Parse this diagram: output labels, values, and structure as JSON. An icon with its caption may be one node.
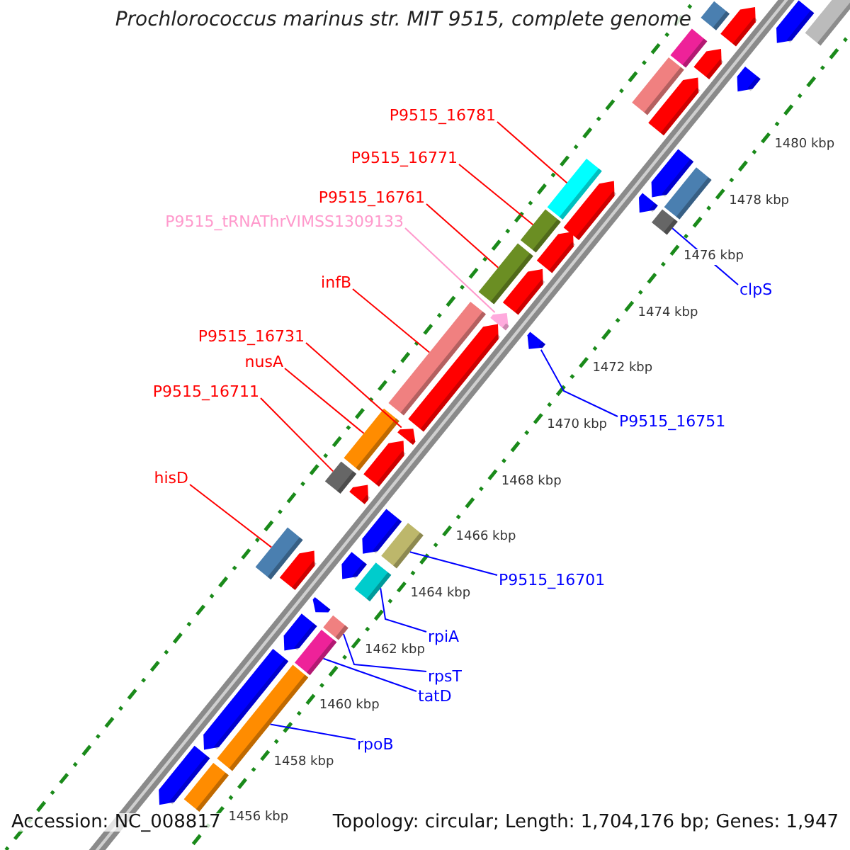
{
  "diagram": {
    "title": "Prochlorococcus marinus str. MIT 9515, complete genome",
    "nodes": [
      {
        "text": [
          "P9515_16781"
        ]
      },
      {
        "text": [
          "P9515_16771"
        ]
      },
      {
        "text": [
          "P9515_16761"
        ]
      },
      {
        "text": [
          "P9515_tRNAThrVIMSS1309133"
        ]
      },
      {
        "text": [
          "infB"
        ]
      },
      {
        "text": [
          "clpS"
        ]
      },
      {
        "text": [
          "P9515_16731"
        ]
      },
      {
        "text": [
          "nusA"
        ]
      },
      {
        "text": [
          "P9515_16711"
        ]
      },
      {
        "text": [
          "P9515_16751"
        ]
      },
      {
        "text": [
          "hisD"
        ]
      },
      {
        "text": [
          "P9515_16701"
        ]
      },
      {
        "text": [
          "rpiA"
        ]
      },
      {
        "text": [
          "rpsT"
        ]
      },
      {
        "text": [
          "tatD"
        ]
      },
      {
        "text": [
          "rpoB"
        ]
      },
      {
        "text": [],
        "shape": "box"
      },
      {
        "text": [],
        "shape": "box"
      },
      {
        "text": [],
        "shape": "box"
      },
      {
        "text": [],
        "shape": "triangle"
      },
      {
        "text": [],
        "shape": "box"
      },
      {
        "text": [],
        "shape": "box"
      },
      {
        "text": [],
        "shape": "triangle"
      },
      {
        "text": [],
        "shape": "box"
      },
      {
        "text": [],
        "shape": "box"
      },
      {
        "text": [],
        "shape": "triangle"
      },
      {
        "text": [],
        "shape": "box"
      },
      {
        "text": [],
        "shape": "box"
      },
      {
        "text": [],
        "shape": "box"
      },
      {
        "text": [],
        "shape": "box"
      },
      {
        "text": [],
        "shape": "box"
      },
      {
        "text": [],
        "shape": "box"
      },
      {
        "text": [],
        "shape": "box"
      },
      {
        "text": [],
        "shape": "pentagon"
      },
      {
        "text": [],
        "shape": "box"
      },
      {
        "text": [],
        "shape": "pentagon"
      },
      {
        "text": [],
        "shape": "pentagon"
      },
      {
        "text": [],
        "shape": "box"
      },
      {
        "text": [],
        "shape": "pentagon"
      },
      {
        "text": [],
        "shape": "box"
      },
      {
        "text": [],
        "shape": "pentagon"
      },
      {
        "text": [],
        "shape": "pentagon"
      },
      {
        "text": [],
        "shape": "box"
      },
      {
        "text": [],
        "shape": "pentagon"
      },
      {
        "text": [],
        "shape": "pentagon"
      },
      {
        "text": [],
        "shape": "pentagon"
      },
      {
        "text": [],
        "shape": "pentagon"
      },
      {
        "text": [],
        "shape": "pentagon"
      },
      {
        "text": [],
        "shape": "pentagon"
      },
      {
        "text": [],
        "shape": "pentagon"
      },
      {
        "text": [],
        "shape": "pentagon"
      },
      {
        "text": [],
        "shape": "pentagon"
      },
      {
        "text": [],
        "shape": "pentagon"
      },
      {
        "text": [],
        "shape": "pentagon"
      },
      {
        "text": [],
        "shape": "pentagon"
      },
      {
        "text": [],
        "shape": "pentagon"
      },
      {
        "text": [],
        "shape": "pentagon"
      },
      {
        "text": [],
        "shape": "box"
      }
    ],
    "edges": [
      {
        "from": 0,
        "to": 16,
        "arrow": "none"
      },
      {
        "from": 1,
        "to": 17,
        "arrow": "none"
      },
      {
        "from": 2,
        "to": 18,
        "arrow": "none"
      },
      {
        "from": 3,
        "to": 19,
        "arrow": "none",
        "color": "#ff99cc"
      },
      {
        "from": 4,
        "to": 20,
        "arrow": "none"
      },
      {
        "from": 5,
        "to": 21,
        "arrow": "none",
        "color": "#0000ff"
      },
      {
        "from": 6,
        "to": 22,
        "arrow": "none"
      },
      {
        "from": 7,
        "to": 23,
        "arrow": "none"
      },
      {
        "from": 8,
        "to": 24,
        "arrow": "none"
      },
      {
        "from": 9,
        "to": 25,
        "arrow": "none",
        "color": "#0000ff"
      },
      {
        "from": 10,
        "to": 26,
        "arrow": "none"
      },
      {
        "from": 11,
        "to": 27,
        "arrow": "none",
        "color": "#0000ff"
      },
      {
        "from": 12,
        "to": 28,
        "arrow": "none",
        "color": "#0000ff"
      },
      {
        "from": 13,
        "to": 29,
        "arrow": "none",
        "color": "#0000ff"
      },
      {
        "from": 14,
        "to": 30,
        "arrow": "none",
        "color": "#0000ff"
      },
      {
        "from": 15,
        "to": 31,
        "arrow": "none",
        "color": "#0000ff"
      }
    ],
    "labels": [
      "1480 kbp",
      "1478 kbp",
      "1476 kbp",
      "1474 kbp",
      "1472 kbp",
      "1470 kbp",
      "1468 kbp",
      "1466 kbp",
      "1464 kbp",
      "1462 kbp",
      "1460 kbp",
      "1458 kbp",
      "1456 kbp",
      "Accession: NC_008817",
      "Topology: circular; Length: 1,704,176 bp; Genes: 1,947"
    ]
  }
}
